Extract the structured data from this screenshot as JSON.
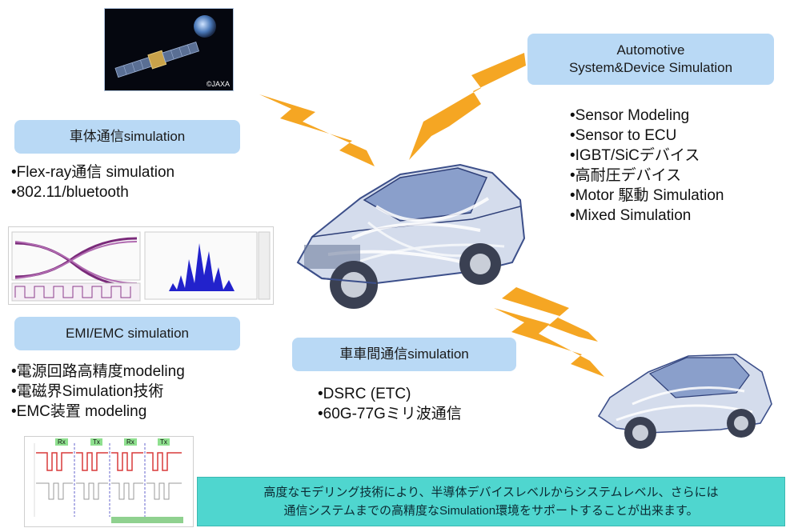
{
  "top_right_box": {
    "line1": "Automotive",
    "line2": "System&Device  Simulation"
  },
  "device_items": [
    "Sensor Modeling",
    "Sensor to ECU",
    "IGBT/SiCデバイス",
    "高耐圧デバイス",
    "Motor 駆動 Simulation",
    "Mixed Simulation"
  ],
  "body_comm_box": {
    "label": "車体通信simulation"
  },
  "body_comm_items": [
    "Flex-ray通信 simulation",
    "802.11/bluetooth"
  ],
  "emi_box": {
    "label": "EMI/EMC simulation"
  },
  "emi_items": [
    "電源回路高精度modeling",
    "電磁界Simulation技術",
    "EMC装置 modeling"
  ],
  "v2v_box": {
    "label": "車車間通信simulation"
  },
  "v2v_items": [
    "DSRC (ETC)",
    "60G-77Gミリ波通信"
  ],
  "satellite": {
    "credit": "©JAXA"
  },
  "waveform_labels": [
    "Rx",
    "Tx",
    "Rx",
    "Tx"
  ],
  "summary": {
    "line1": "高度なモデリング技術により、半導体デバイスレベルからシステムレベル、さらには",
    "line2": "通信システムまでの高精度なSimulation環境をサポートすることが出来ます。"
  },
  "colors": {
    "label_bg": "#b9d9f5",
    "arrow": "#f5a623",
    "note_bg": "#4fd6cf"
  }
}
